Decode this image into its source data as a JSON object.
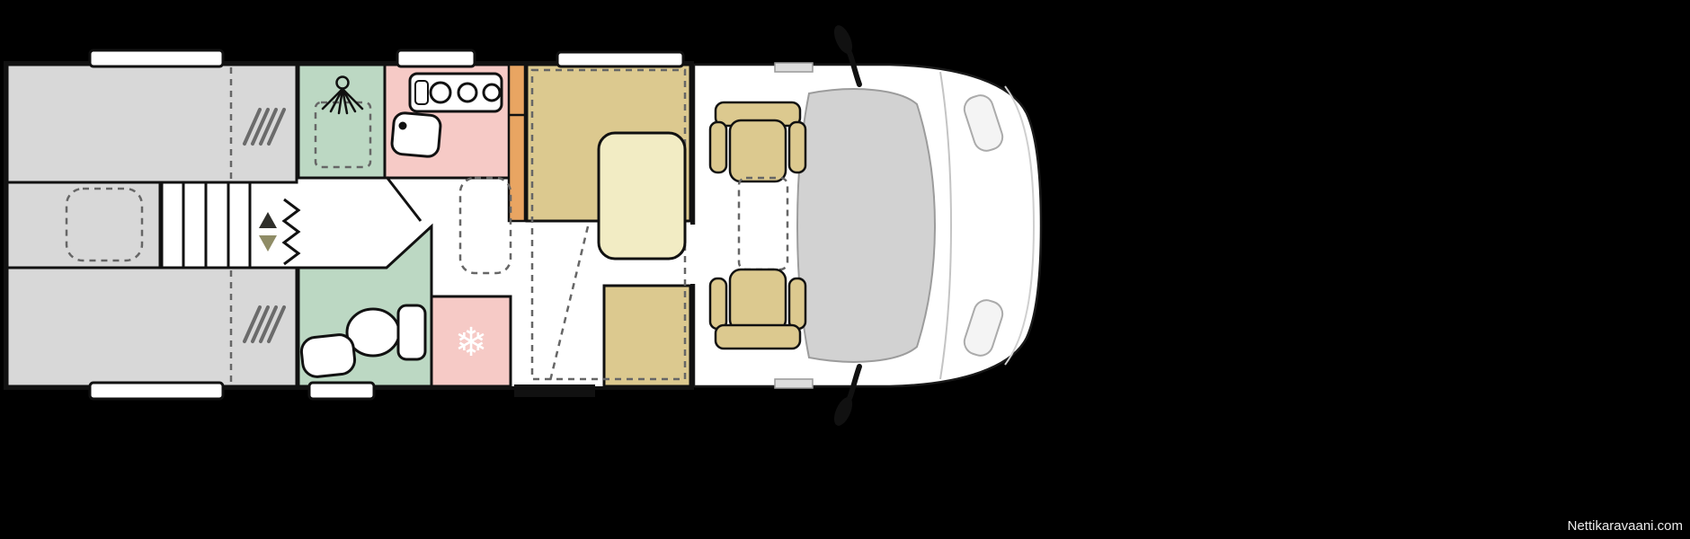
{
  "watermark": {
    "label": "Nettikaravaani.com"
  },
  "floorplan": {
    "icons": {
      "snowflake": "❄",
      "shower_head": "circle-with-spray-lines",
      "stove": "three-burner-hob",
      "toilet": "bowl-and-cistern",
      "side_mirror": "black-hook-shape"
    },
    "colors": {
      "background": "#000000",
      "floor": "#ffffff",
      "wall": "#111111",
      "bed": "#d8d8d8",
      "wetroom": "#bcd8c3",
      "kitchen": "#f6cac6",
      "wardrobe": "#e9a562",
      "seat": "#dcc98f",
      "table": "#f2ecc4",
      "cab_body": "#ffffff",
      "windshield": "#d2d2d2",
      "dashed": "#666666",
      "hatch": "#6b6b6b",
      "arrow_up": "#2f2f2a",
      "arrow_down": "#8f8c66",
      "door": "#111111",
      "watermark_text": "#ededed"
    }
  }
}
